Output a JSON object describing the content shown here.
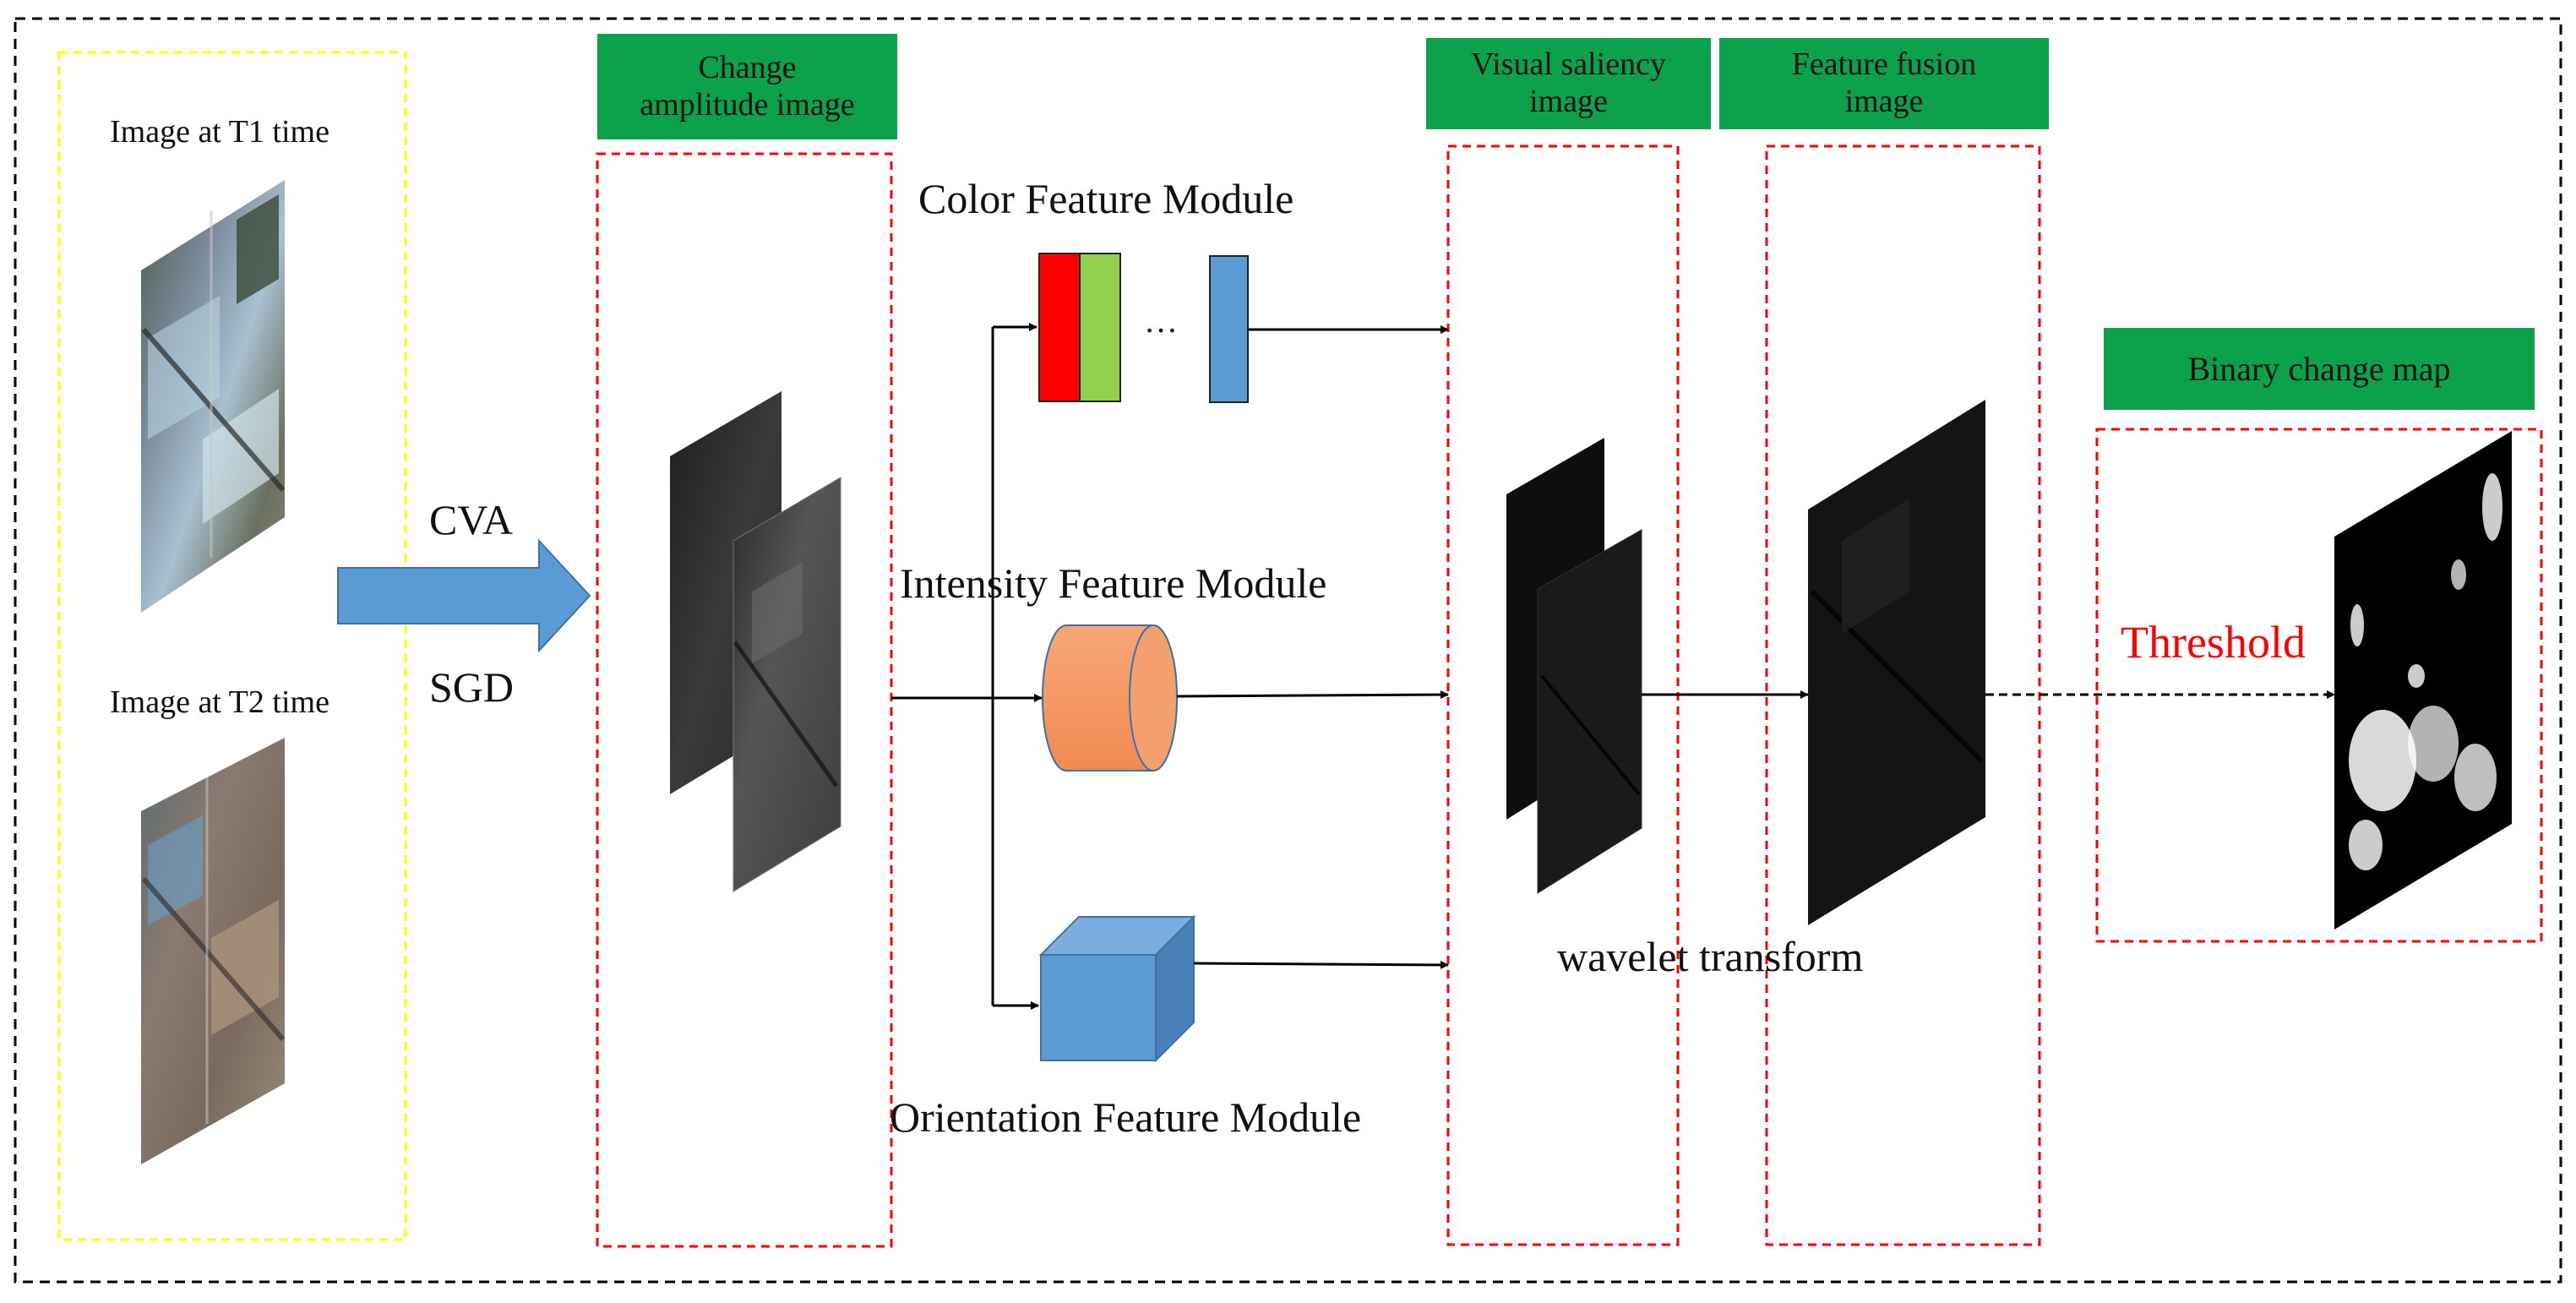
{
  "inputs": {
    "t1_label": "Image at T1 time",
    "t2_label": "Image at T2 time"
  },
  "arrow": {
    "top_label": "CVA",
    "bottom_label": "SGD"
  },
  "headers": {
    "change_amplitude_line1": "Change",
    "change_amplitude_line2": "amplitude image",
    "visual_saliency_line1": "Visual saliency",
    "visual_saliency_line2": "image",
    "feature_fusion_line1": "Feature fusion",
    "feature_fusion_line2": "image",
    "binary_change_map": "Binary change map"
  },
  "modules": {
    "color": "Color Feature Module",
    "intensity": "Intensity Feature Module",
    "orientation": "Orientation Feature Module",
    "ellipsis": "…"
  },
  "steps": {
    "wavelet": "wavelet transform",
    "threshold": "Threshold"
  },
  "colors": {
    "header_green": "#0ca24b",
    "dashed_red": "#ff0000",
    "dashed_yellow": "#ffff00",
    "arrow_blue": "#5b9bd5",
    "bar_red": "#ff0000",
    "bar_green": "#92d050",
    "bar_blue": "#5b9bd5",
    "cylinder_orange": "#f79a63",
    "cube_blue": "#5b9bd5",
    "threshold_red": "#ff0000"
  }
}
